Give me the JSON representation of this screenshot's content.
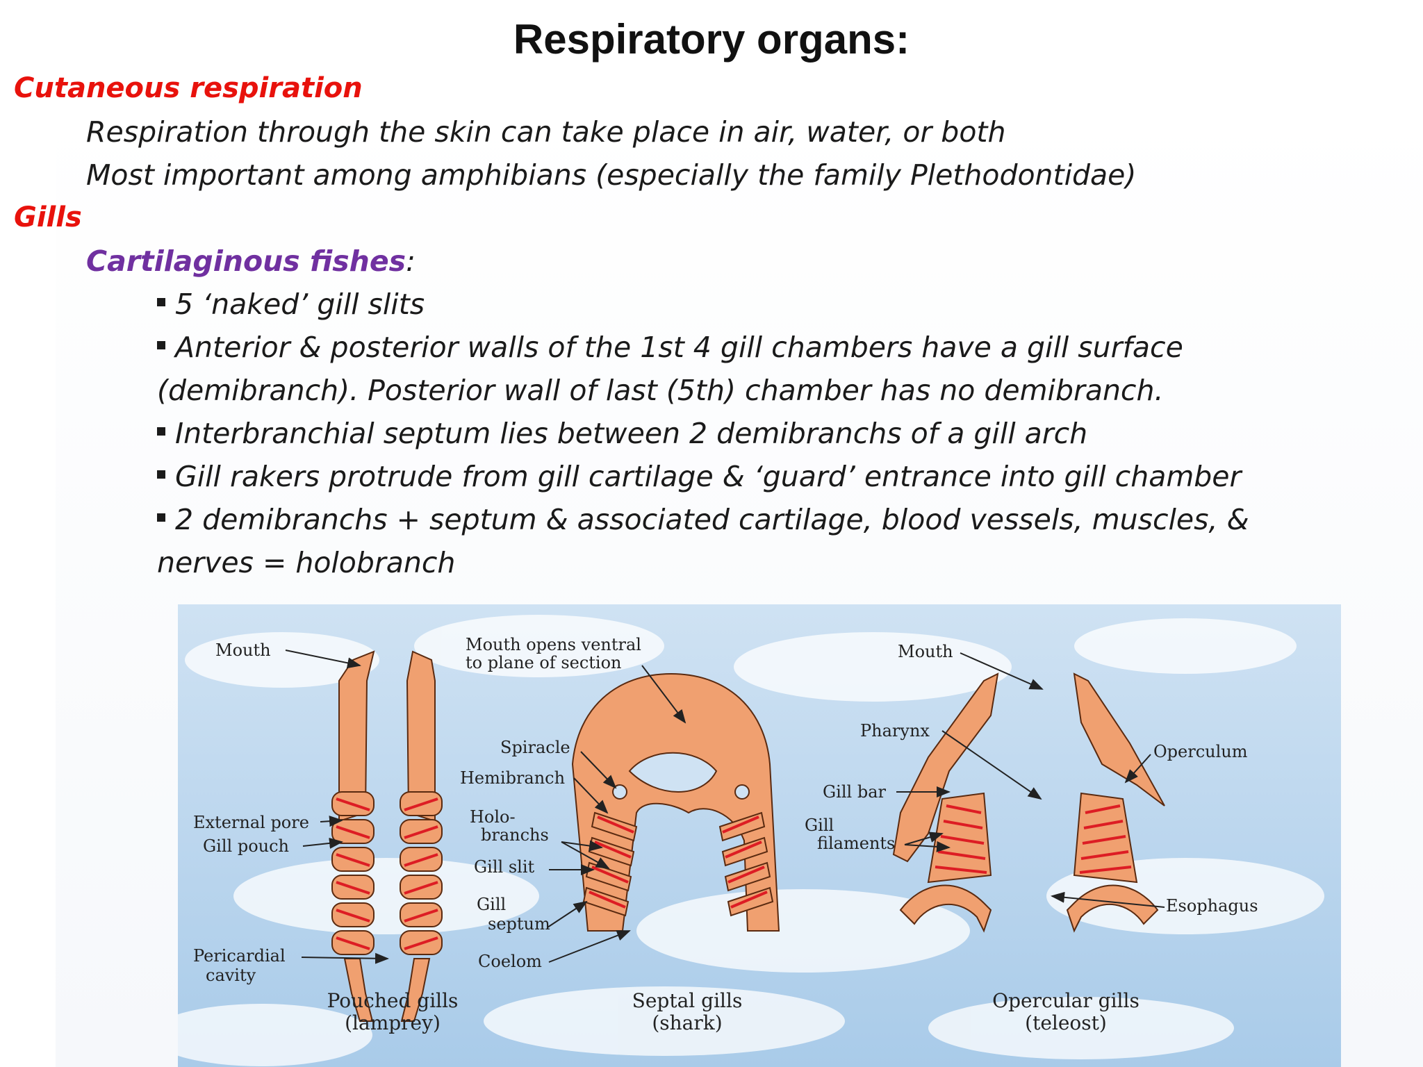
{
  "title": "Respiratory organs:",
  "cutaneous": {
    "heading": "Cutaneous respiration",
    "lines": [
      "Respiration through the skin can take place in air, water, or both",
      "Most important among amphibians (especially the family Plethodontidae)"
    ]
  },
  "gills": {
    "heading": "Gills",
    "subheading": "Cartilaginous fishes",
    "subheading_suffix": ":",
    "bullets": [
      [
        "5 ‘naked’ gill slits"
      ],
      [
        "Anterior & posterior walls of the 1st 4 gill chambers have a gill surface",
        "(demibranch). Posterior wall of last (5th) chamber has no demibranch."
      ],
      [
        "Interbranchial septum lies between 2 demibranchs of a gill arch"
      ],
      [
        "Gill rakers protrude from gill cartilage & ‘guard’ entrance into gill chamber"
      ],
      [
        "2 demibranchs + septum & associated cartilage, blood vessels, muscles, &",
        "nerves = holobranch"
      ]
    ]
  },
  "figure": {
    "lamprey": {
      "labels": {
        "mouth": "Mouth",
        "external_pore": "External pore",
        "gill_pouch": "Gill pouch",
        "pericardial_1": "Pericardial",
        "pericardial_2": "cavity"
      },
      "caption": [
        "Pouched gills",
        "(lamprey)"
      ]
    },
    "shark": {
      "labels": {
        "mouth_1": "Mouth opens ventral",
        "mouth_2": "to plane of section",
        "spiracle": "Spiracle",
        "hemibranch": "Hemibranch",
        "holo_1": "Holo-",
        "holo_2": "branchs",
        "gill_slit": "Gill slit",
        "septum_1": "Gill",
        "septum_2": "septum",
        "coelom": "Coelom"
      },
      "caption": [
        "Septal gills",
        "(shark)"
      ]
    },
    "teleost": {
      "labels": {
        "mouth": "Mouth",
        "pharynx": "Pharynx",
        "operculum": "Operculum",
        "gill_bar": "Gill bar",
        "filaments_1": "Gill",
        "filaments_2": "filaments",
        "esophagus": "Esophagus"
      },
      "caption": [
        "Opercular gills",
        "(teleost)"
      ]
    },
    "colors": {
      "tissue": "#f0a070",
      "outline": "#5a2a10",
      "gill_red": "#dd1d24",
      "sky": "#bcd7ee"
    }
  }
}
